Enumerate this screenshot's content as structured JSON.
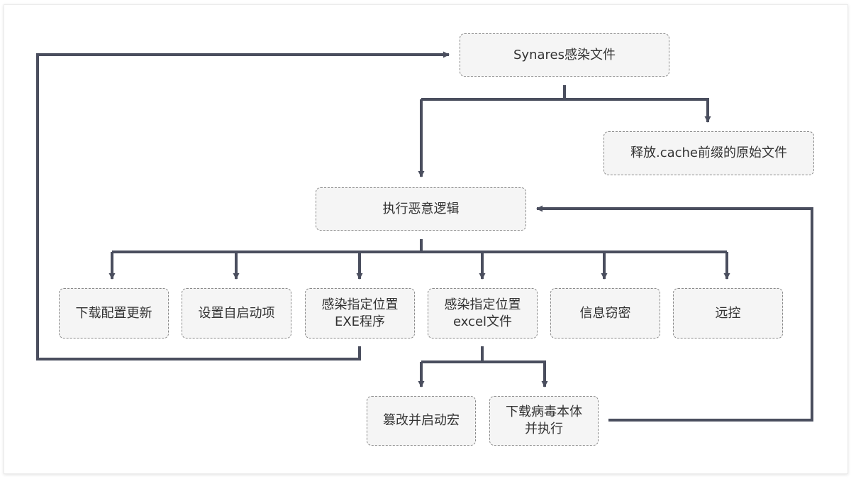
{
  "colors": {
    "connector": "#4a4e5e",
    "node_fill": "#f5f5f5",
    "node_border": "#8a8a8a",
    "text": "#333333"
  },
  "nodes": {
    "root": "Synares感染文件",
    "release": "释放.cache前缀的原始文件",
    "exec": "执行恶意逻辑",
    "download_config": "下载配置更新",
    "autostart": "设置自启动项",
    "infect_exe": "感染指定位置\nEXE程序",
    "infect_excel": "感染指定位置\nexcel文件",
    "steal_info": "信息窃密",
    "remote_control": "远控",
    "tamper_macro": "篡改并启动宏",
    "download_virus": "下载病毒本体\n并执行"
  }
}
